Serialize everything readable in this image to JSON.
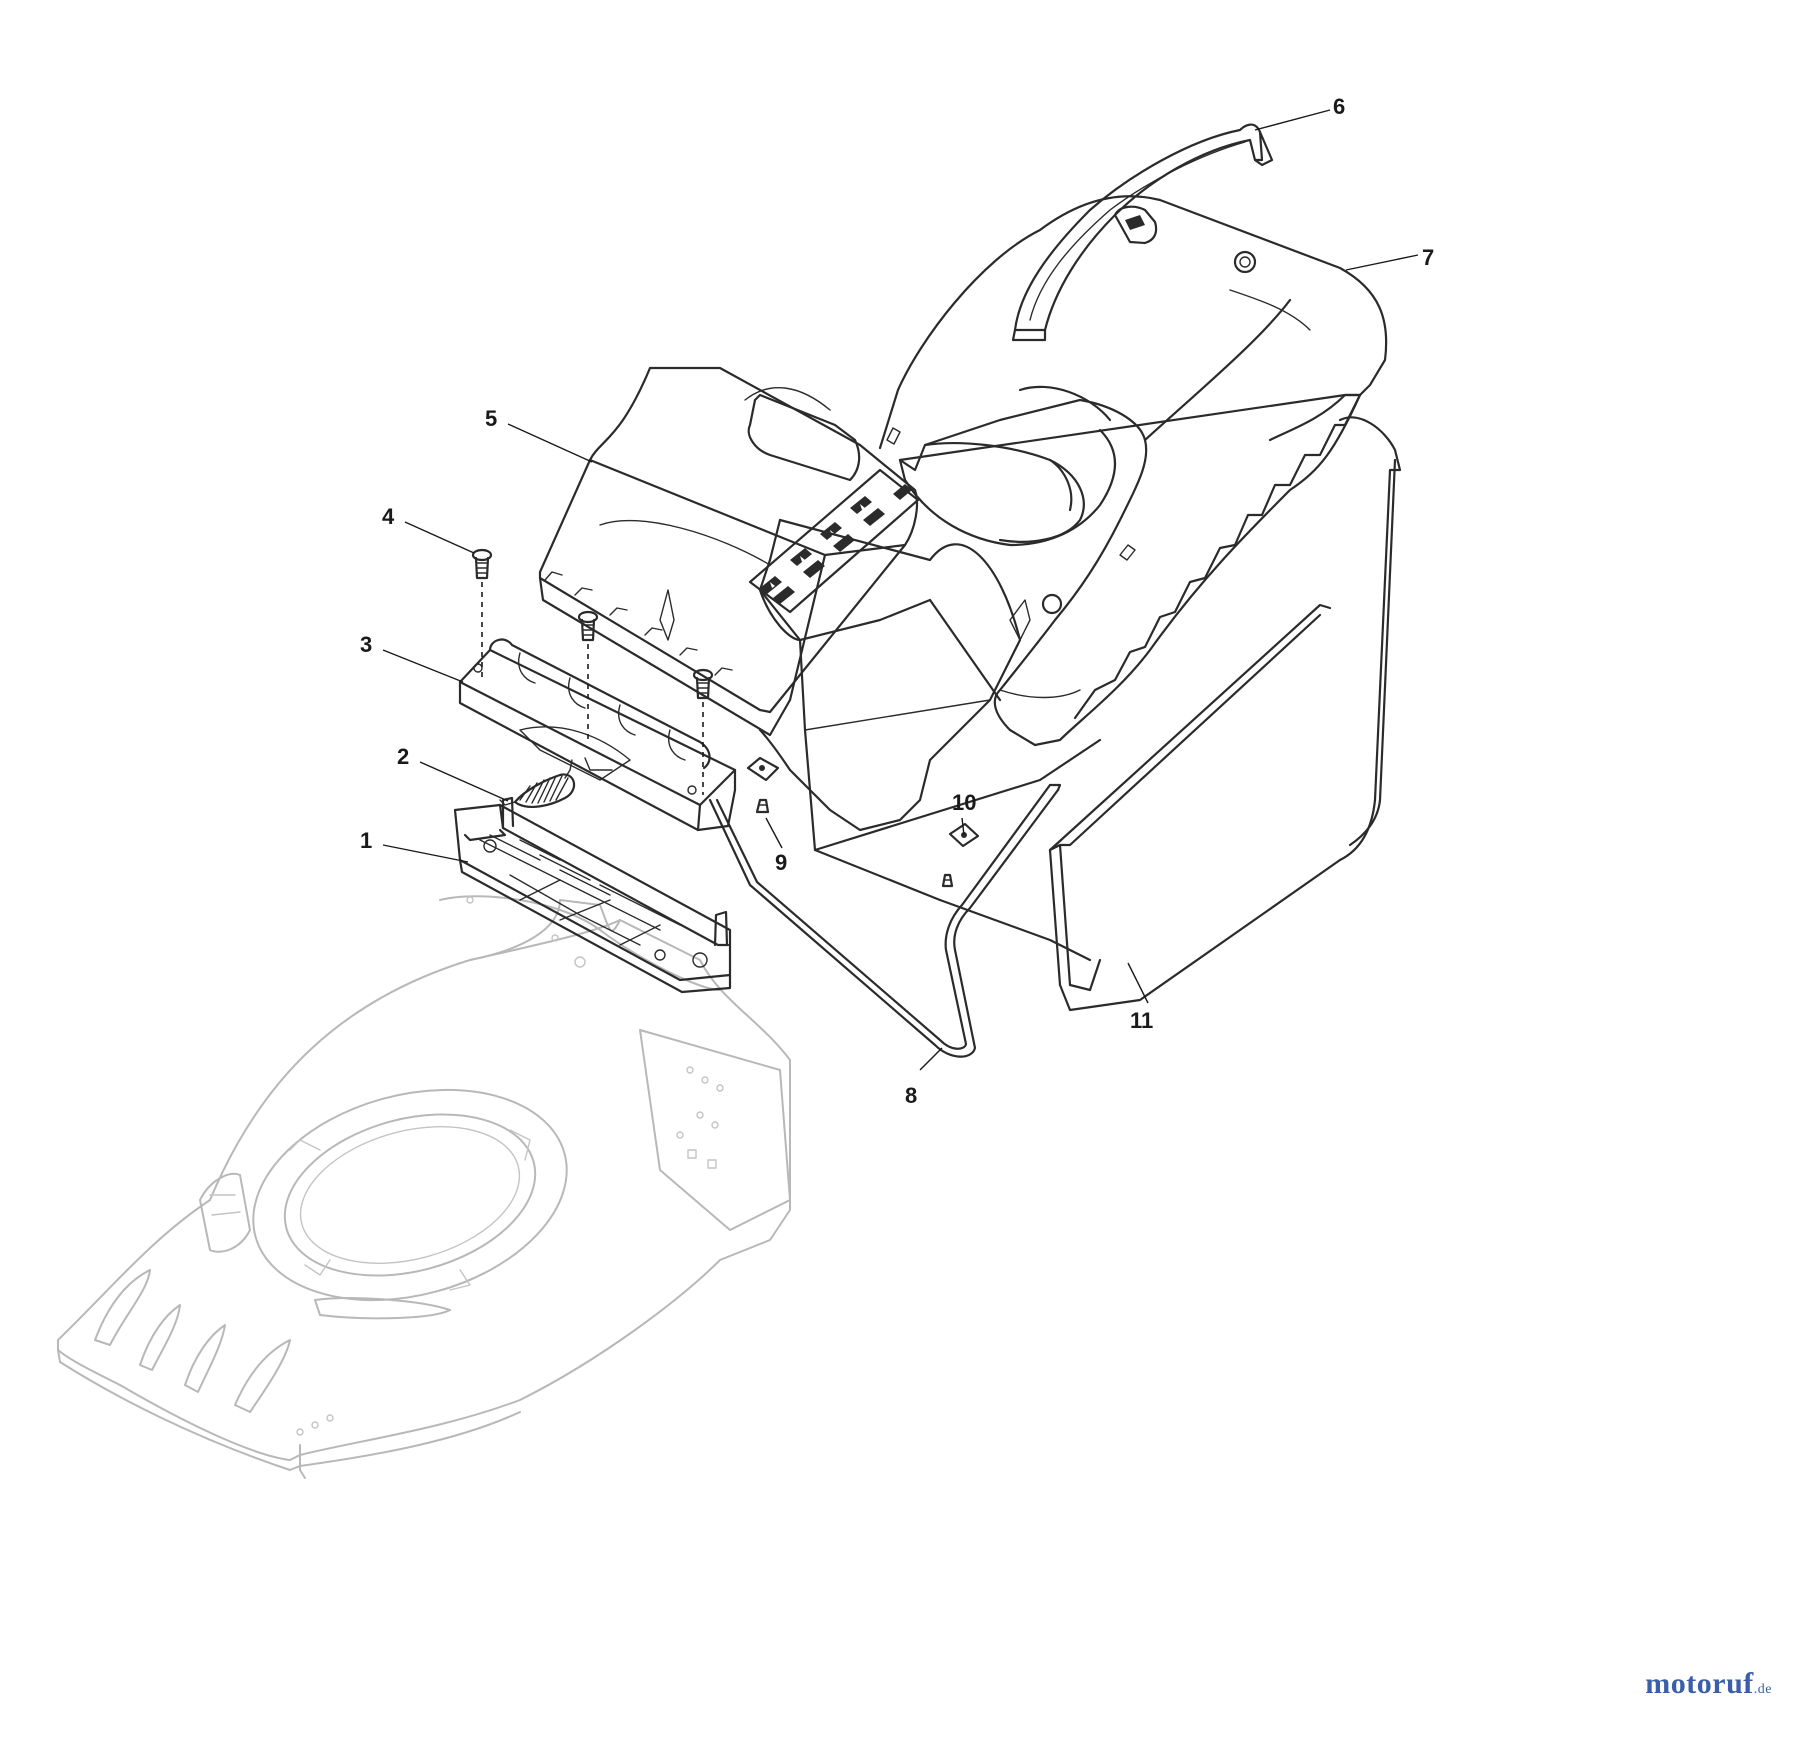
{
  "callouts": [
    "1",
    "2",
    "3",
    "4",
    "5",
    "6",
    "7",
    "8",
    "9",
    "10",
    "11"
  ],
  "watermark": {
    "name": "motoruf",
    "tld": ".de"
  },
  "colors": {
    "line": "#2b2b2b",
    "ghost_part": "#b8b8b8",
    "watermark_m": "#8a2a8a",
    "watermark_o1": "#2c7a3a",
    "watermark_text": "#3a5fa8"
  }
}
